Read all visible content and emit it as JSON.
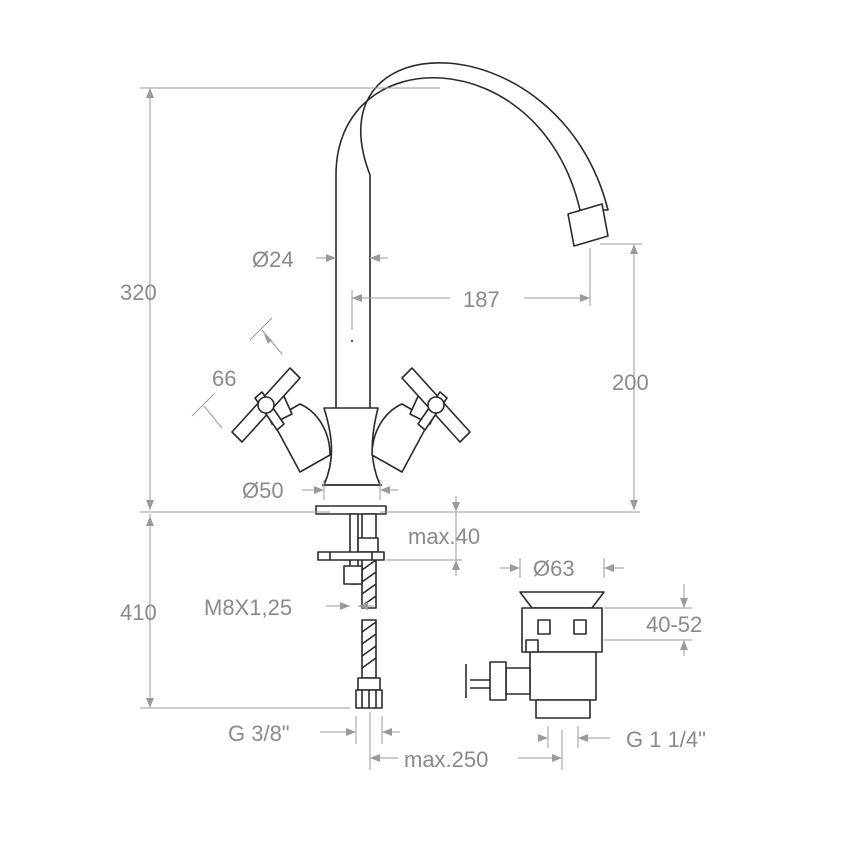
{
  "dimensions": {
    "height_top": "320",
    "height_bottom": "410",
    "spout_diameter": "Ø24",
    "spout_reach": "187",
    "handle_size": "66",
    "spout_height": "200",
    "base_diameter": "Ø50",
    "max_deck_thickness": "max.40",
    "waste_diameter": "Ø63",
    "waste_range": "40-52",
    "stud_thread": "M8X1,25",
    "hose_thread": "G 3/8\"",
    "hose_length": "max.250",
    "waste_thread": "G 1 1/4\""
  },
  "colors": {
    "line": "#2a2a2a",
    "dimension": "#9a9a9a",
    "label": "#8a8a8a",
    "background": "#ffffff"
  }
}
